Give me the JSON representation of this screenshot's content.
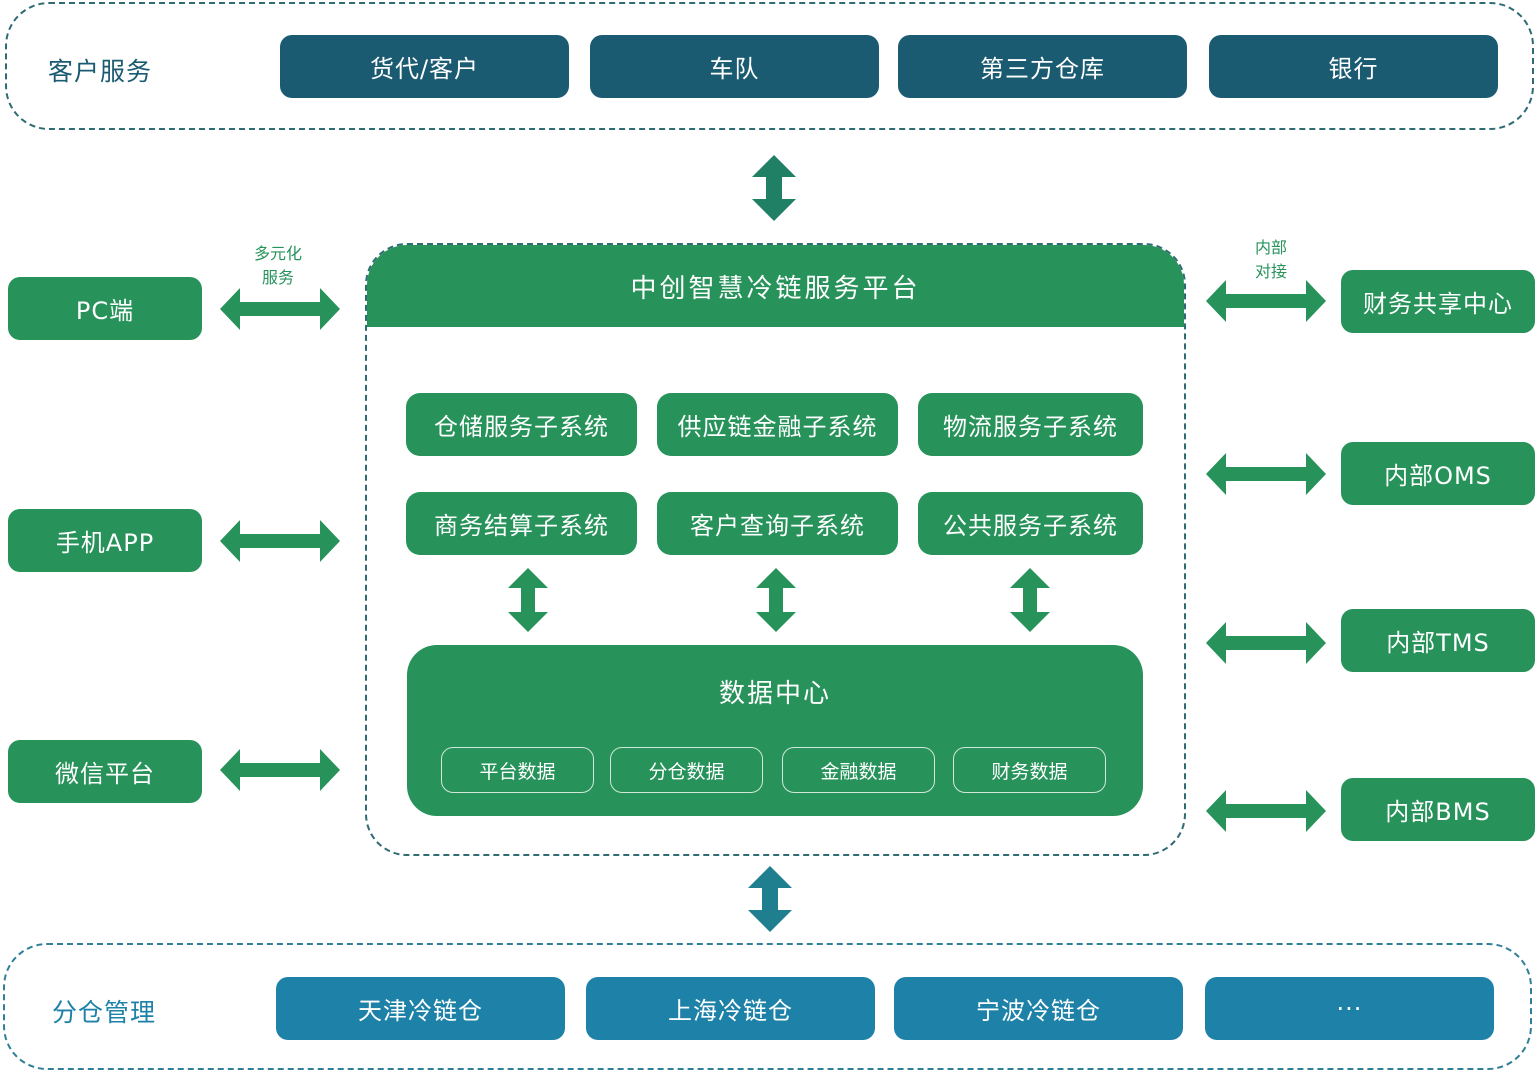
{
  "colors": {
    "navy": "#1b5b72",
    "teal": "#1e82a8",
    "green": "#27935b",
    "panel_border": "#2e6b73"
  },
  "customer_service": {
    "label": "客户服务",
    "items": [
      "货代/客户",
      "车队",
      "第三方仓库",
      "银行"
    ]
  },
  "platform": {
    "title": "中创智慧冷链服务平台",
    "subsystems": [
      "仓储服务子系统",
      "供应链金融子系统",
      "物流服务子系统",
      "商务结算子系统",
      "客户查询子系统",
      "公共服务子系统"
    ],
    "data_center": {
      "title": "数据中心",
      "items": [
        "平台数据",
        "分仓数据",
        "金融数据",
        "财务数据"
      ]
    }
  },
  "left_channels": {
    "arrow_label_line1": "多元化",
    "arrow_label_line2": "服务",
    "items": [
      "PC端",
      "手机APP",
      "微信平台"
    ]
  },
  "right_systems": {
    "arrow_label_line1": "内部",
    "arrow_label_line2": "对接",
    "items": [
      "财务共享中心",
      "内部OMS",
      "内部TMS",
      "内部BMS"
    ]
  },
  "warehouse_management": {
    "label": "分仓管理",
    "items": [
      "天津冷链仓",
      "上海冷链仓",
      "宁波冷链仓",
      "···"
    ]
  },
  "icons": {
    "double_arrow": "double-arrow-icon"
  }
}
